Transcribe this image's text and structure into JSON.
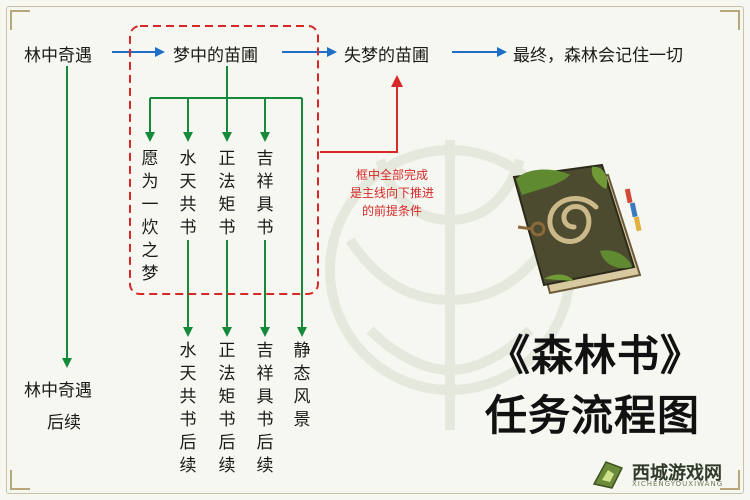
{
  "nodes": {
    "n1": "林中奇遇",
    "n2": "梦中的苗圃",
    "n3": "失梦的苗圃",
    "n4": "最终，森林会记住一切",
    "v1": "愿为一炊之梦",
    "v2": "水天共书",
    "v3": "正法矩书",
    "v4": "吉祥具书",
    "b2": "水天共书后续",
    "b3": "正法矩书后续",
    "b4": "吉祥具书后续",
    "b5": "静态风景",
    "l1": "林中奇遇",
    "l2": "后续"
  },
  "note": {
    "line1": "框中全部完成",
    "line2": "是主线向下推进",
    "line3": "的前提条件"
  },
  "title": {
    "line1": "《森林书》",
    "line2": "任务流程图"
  },
  "brand": {
    "name": "西城游戏网",
    "sub": "XICHENGYOUXIWANG"
  },
  "colors": {
    "blue": "#1f6fc7",
    "green": "#158a3b",
    "red": "#d62828"
  },
  "icons": [
    "forest-book-icon",
    "dendro-emblem-watermark",
    "brand-logo-icon"
  ]
}
